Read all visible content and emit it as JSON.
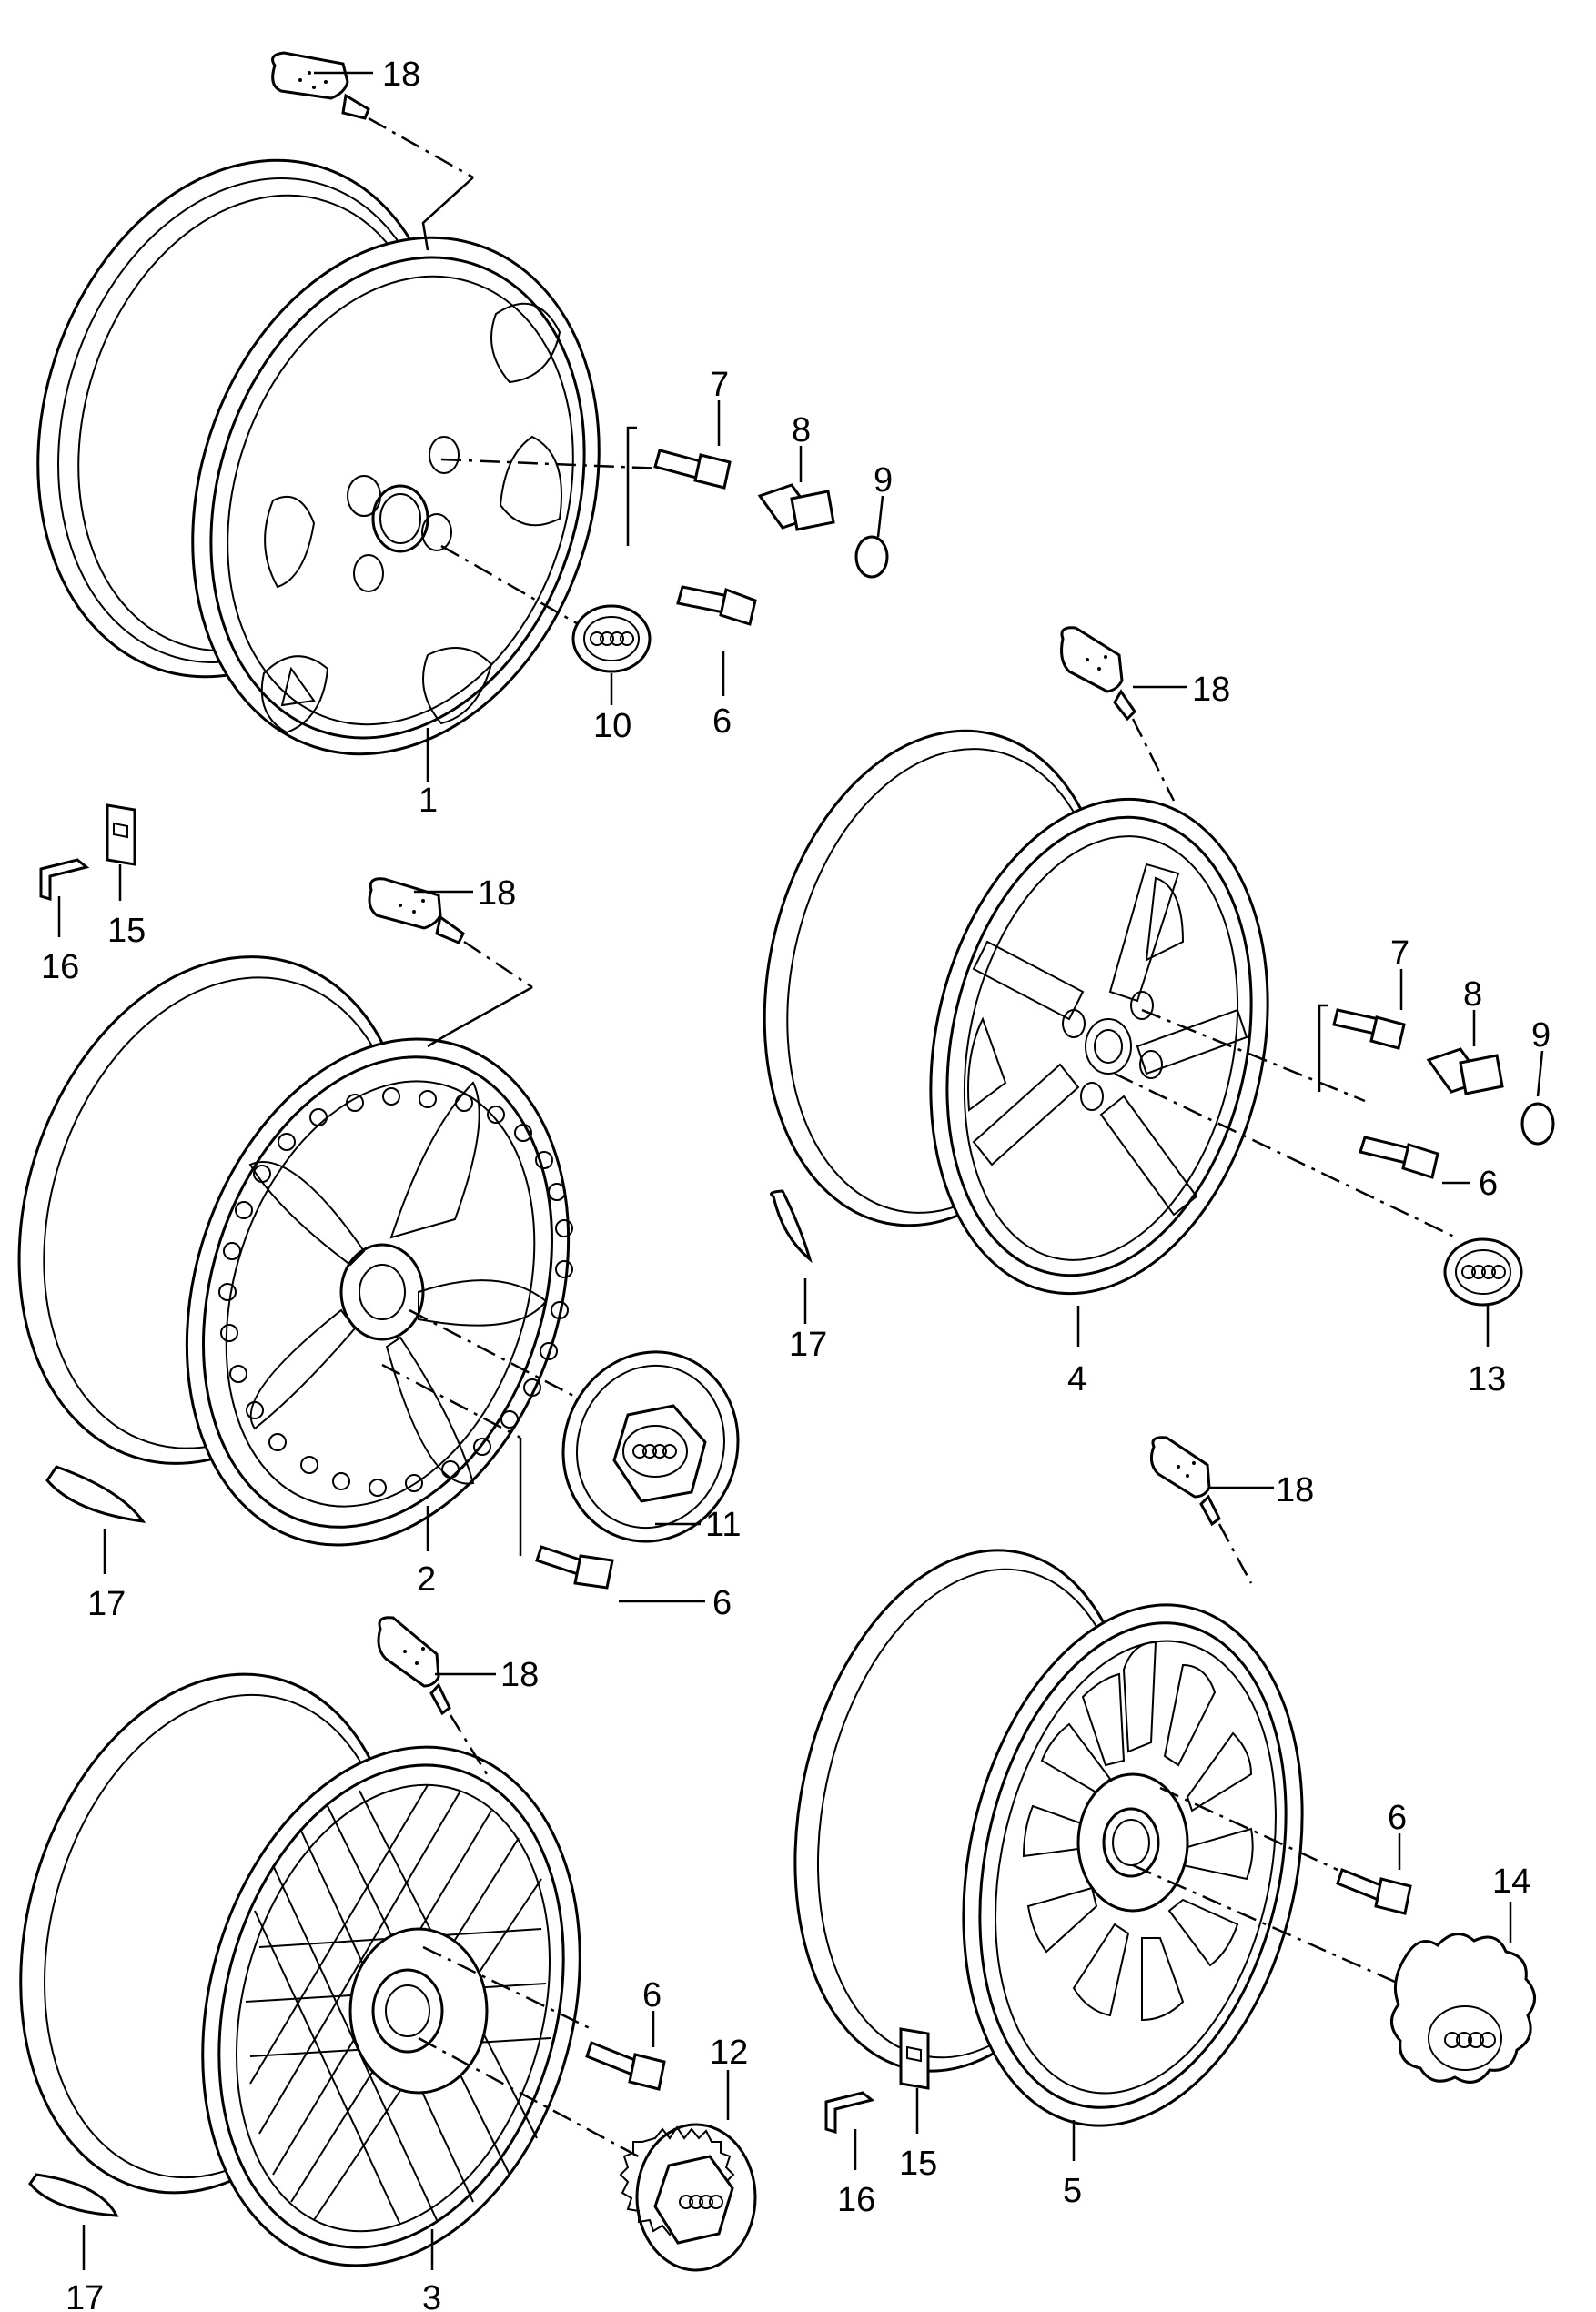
{
  "figure": {
    "background": "#ffffff",
    "line_color": "#000000"
  },
  "callouts": {
    "wheel1": {
      "rim": "1",
      "bolt_a": "6",
      "bolt_b": "7",
      "lock": "8",
      "cap": "9",
      "hubcap": "10",
      "valve": "18"
    },
    "wheel2": {
      "rim": "2",
      "bolt": "6",
      "hubcap": "11",
      "valve": "18",
      "weight": "17",
      "clip": "16",
      "clip2": "15"
    },
    "wheel3": {
      "rim": "3",
      "bolt": "6",
      "hubcap": "12",
      "valve": "18",
      "weight": "17"
    },
    "wheel4": {
      "rim": "4",
      "bolt_a": "6",
      "bolt_b": "7",
      "lock": "8",
      "cap": "9",
      "hubcap": "13",
      "valve": "18",
      "weight": "17"
    },
    "wheel5": {
      "rim": "5",
      "bolt": "6",
      "hubcap": "14",
      "valve": "18",
      "clip": "16",
      "clip2": "15"
    }
  }
}
